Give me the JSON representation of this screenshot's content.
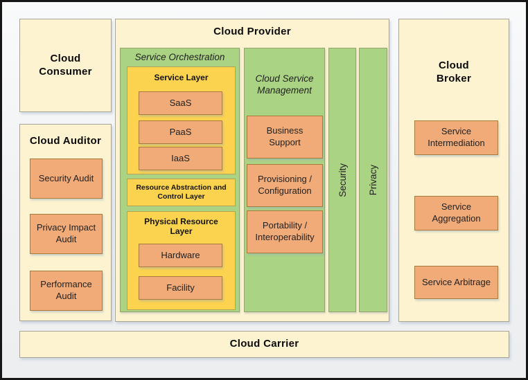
{
  "colors": {
    "background": "#f0f1f3",
    "frame-border": "#161616",
    "cream": "#fdf3d0",
    "cream-border": "#a9a596",
    "green": "#abd384",
    "green-border": "#93a56d",
    "yellow": "#fcd34f",
    "yellow-border": "#b2a257",
    "orange": "#f0ab79",
    "orange-border": "#a87b3a",
    "text": "#1a1a1a"
  },
  "diagram": {
    "consumer": {
      "title": "Cloud Consumer"
    },
    "auditor": {
      "title": "Cloud Auditor",
      "items": [
        "Security Audit",
        "Privacy Impact Audit",
        "Performance Audit"
      ]
    },
    "provider": {
      "title": "Cloud Provider",
      "orchestration": {
        "title": "Service Orchestration",
        "service_layer": {
          "title": "Service Layer",
          "items": [
            "SaaS",
            "PaaS",
            "IaaS"
          ]
        },
        "racl_title": "Resource Abstraction and Control Layer",
        "physical": {
          "title": "Physical Resource Layer",
          "items": [
            "Hardware",
            "Facility"
          ]
        }
      },
      "management": {
        "title": "Cloud Service Management",
        "items": [
          "Business Support",
          "Provisioning / Configuration",
          "Portability / Interoperability"
        ]
      },
      "security_label": "Security",
      "privacy_label": "Privacy"
    },
    "broker": {
      "title": "Cloud Broker",
      "items": [
        "Service Intermediation",
        "Service Aggregation",
        "Service Arbitrage"
      ]
    },
    "carrier": {
      "title": "Cloud Carrier"
    }
  }
}
